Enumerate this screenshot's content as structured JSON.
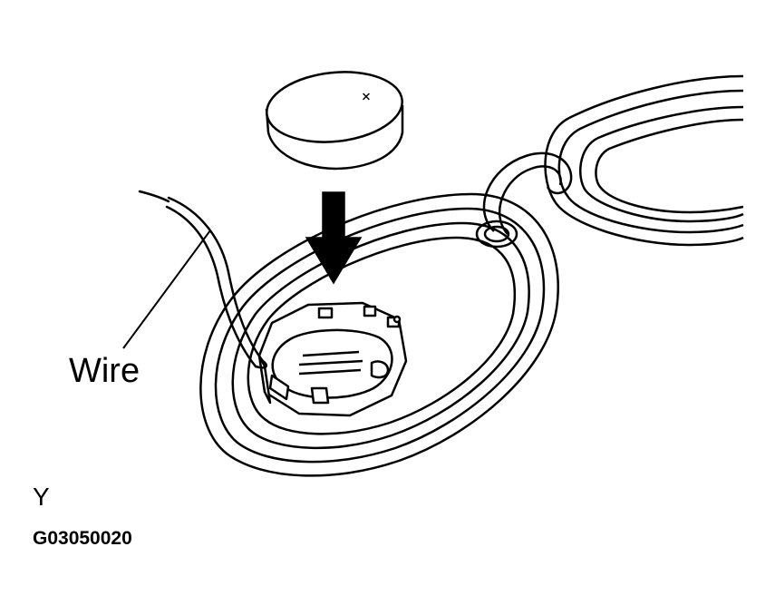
{
  "labels": {
    "wire": "Wire",
    "view": "Y",
    "figure_code": "G03050020"
  },
  "battery": {
    "polarity_mark": "+"
  },
  "colors": {
    "line": "#000000",
    "background": "#ffffff"
  }
}
